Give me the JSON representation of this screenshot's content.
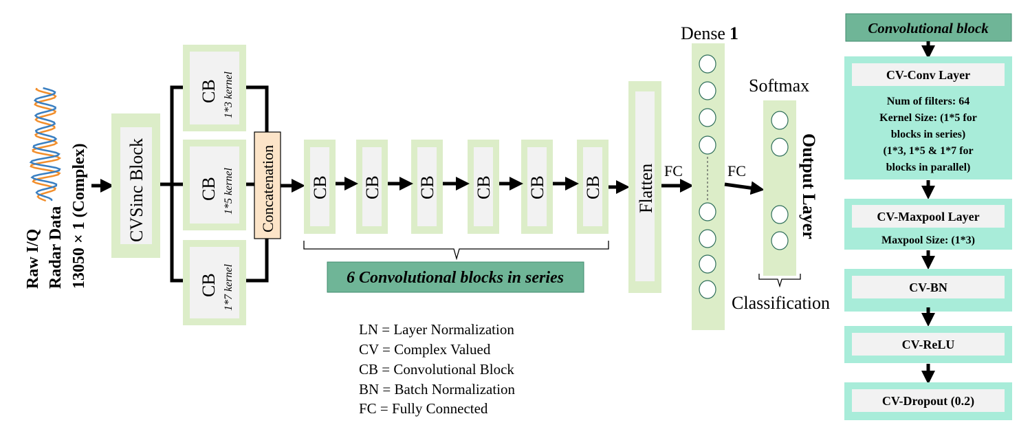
{
  "input": {
    "line1": "Raw I/Q",
    "line2": "Radar Data",
    "line3": "13050 × 1 (Complex)"
  },
  "cvsinc": {
    "label": "CVSinc Block"
  },
  "parallel_blocks": [
    {
      "label": "CB",
      "kernel": "1*3 kernel"
    },
    {
      "label": "CB",
      "kernel": "1*5 kernel"
    },
    {
      "label": "CB",
      "kernel": "1*7 kernel"
    }
  ],
  "concat": {
    "label": "Concatenation"
  },
  "series_blocks": [
    "CB",
    "CB",
    "CB",
    "CB",
    "CB",
    "CB"
  ],
  "series_caption": "6 Convolutional blocks in series",
  "flatten": {
    "label": "Flatten"
  },
  "fc1": "FC",
  "fc2": "FC",
  "dense": {
    "label": "Dense",
    "number": "1"
  },
  "softmax": "Softmax",
  "output": "Output Layer",
  "classification": "Classification",
  "legend": [
    "LN = Layer Normalization",
    "CV = Complex Valued",
    "CB = Convolutional Block",
    "BN = Batch Normalization",
    "FC = Fully Connected"
  ],
  "panel": {
    "title": "Convolutional block",
    "conv": {
      "title": "CV-Conv Layer",
      "lines": [
        "Num of filters:  64",
        "Kernel Size: (1*5 for",
        "blocks in series)",
        "(1*3, 1*5 & 1*7 for",
        "blocks in parallel)"
      ]
    },
    "maxpool": {
      "title": "CV-Maxpool Layer",
      "line": "Maxpool Size: (1*3)"
    },
    "bn": "CV-BN",
    "relu": "CV-ReLU",
    "dropout": "CV-Dropout  (0.2)"
  },
  "colors": {
    "block_outer": "#dcedc8",
    "block_inner": "#f2f2f2",
    "concat_fill": "#fce4c8",
    "panel_outer": "#a8ecd9",
    "series_title": "#6fb597",
    "wave_orange": "#f28e2b",
    "wave_blue": "#3a7fc1"
  }
}
